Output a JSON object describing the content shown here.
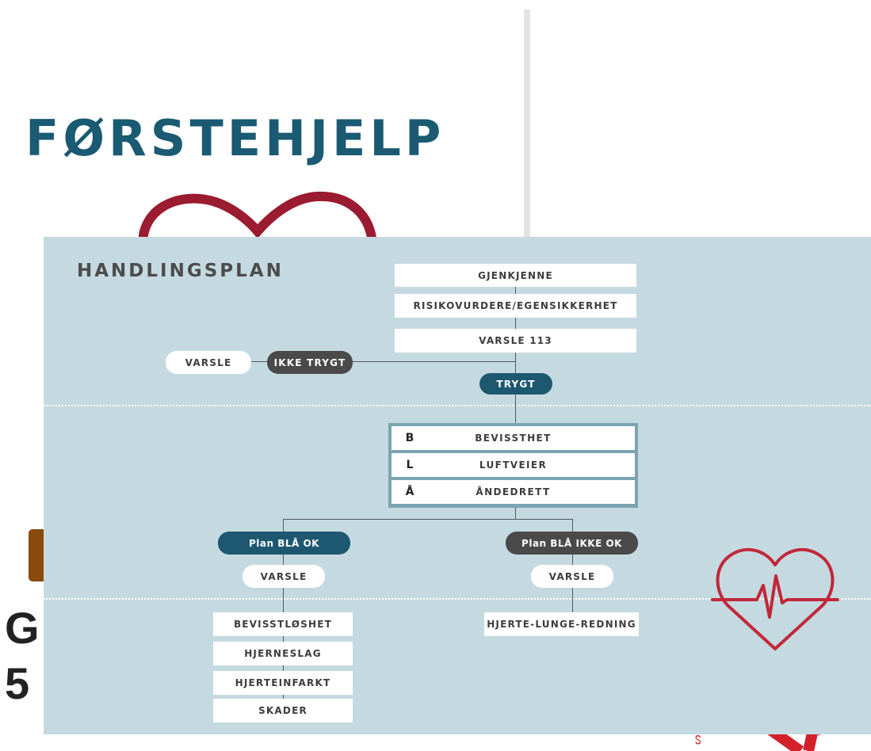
{
  "background": {
    "title": "FØRSTEHJELP",
    "partial_text_1": "G",
    "partial_text_2": "5"
  },
  "plan": {
    "title": "HANDLINGSPLAN",
    "steps": [
      "GJENKJENNE",
      "RISIKOVURDERE/EGENSIKKERHET",
      "VARSLE 113"
    ],
    "unsafe_label": "IKKE TRYGT",
    "unsafe_action": "VARSLE",
    "safe_label": "TRYGT",
    "bla": [
      {
        "letter": "B",
        "label": "BEVISSTHET"
      },
      {
        "letter": "L",
        "label": "LUFTVEIER"
      },
      {
        "letter": "Å",
        "label": "ÅNDEDRETT"
      }
    ],
    "ok_branch": {
      "label": "Plan BLÅ OK",
      "action": "VARSLE",
      "items": [
        "BEVISSTLØSHET",
        "HJERNESLAG",
        "HJERTEINFARKT",
        "SKADER"
      ]
    },
    "not_ok_branch": {
      "label": "Plan BLÅ IKKE OK",
      "action": "VARSLE",
      "items": [
        "HJERTE-LUNGE-REDNING"
      ]
    }
  },
  "colors": {
    "brand_blue": "#1a5a72",
    "panel_bg": "#c5dae0",
    "heart_red": "#c0283a",
    "dark_pill": "#4a4a4a",
    "blue_pill": "#1d5870"
  },
  "icons": {
    "heart": "heart-icon",
    "heartbeat": "heartbeat-heart-icon"
  }
}
